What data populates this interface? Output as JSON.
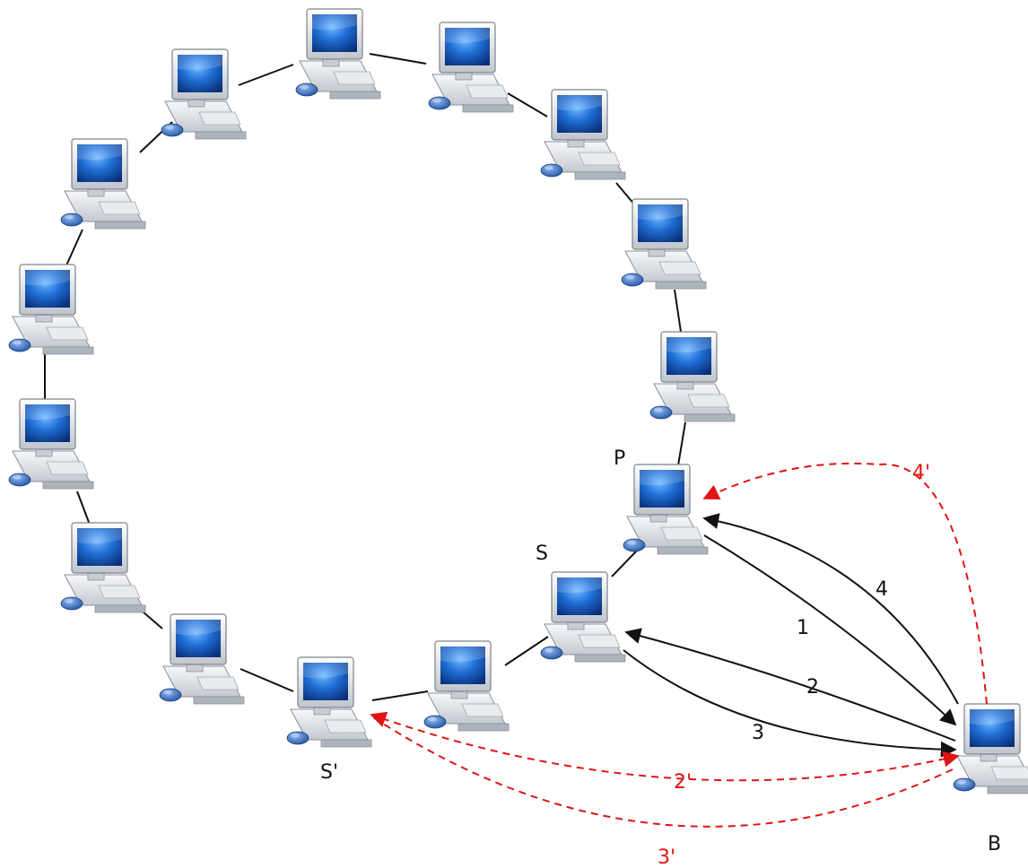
{
  "diagram": {
    "node_labels": {
      "p": "P",
      "s": "S",
      "s_prime": "S'",
      "b": "B"
    },
    "edge_labels": {
      "e1": "1",
      "e2": "2",
      "e3": "3",
      "e4": "4",
      "e2p": "2'",
      "e3p": "3'",
      "e4p": "4'"
    },
    "colors": {
      "ring_link": "#111111",
      "solid_arrow": "#111111",
      "dashed_arrow": "#e01414",
      "monitor_screen": "#1565c0",
      "case": "#d9dde3"
    },
    "icon": "desktop-computer-icon"
  }
}
